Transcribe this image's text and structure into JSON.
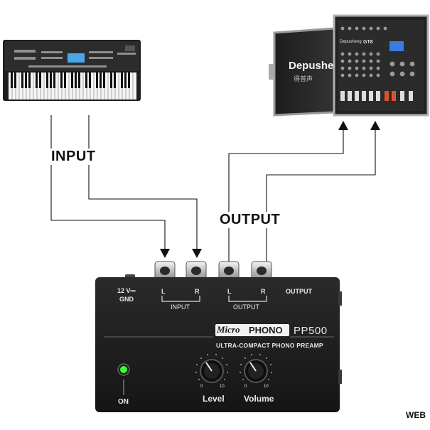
{
  "labels": {
    "input": "INPUT",
    "output": "OUTPUT",
    "watermark": "WEB"
  },
  "keyboard": {
    "screen_color": "#4aa6e8"
  },
  "mixer": {
    "case_brand": "Depushe",
    "case_sub": "得普声",
    "panel_brand": "Depusheng",
    "model": "GT8"
  },
  "preamp": {
    "power_label": "12 V⎓",
    "gnd_label": "GND",
    "input_l": "L",
    "input_r": "R",
    "input_group": "INPUT",
    "output_l": "L",
    "output_r": "R",
    "output_group": "OUTPUT",
    "output_side": "OUTPUT",
    "logo_micro": "Micro",
    "logo_phono": "PHONO",
    "model": "PP500",
    "tagline": "ULTRA-COMPACT PHONO PREAMP",
    "on_label": "ON",
    "knob_level": "Level",
    "knob_volume": "Volume",
    "scale_min": "0",
    "scale_max": "10",
    "led_color": "#39ff3a",
    "body_color": "#1c1c1c"
  }
}
